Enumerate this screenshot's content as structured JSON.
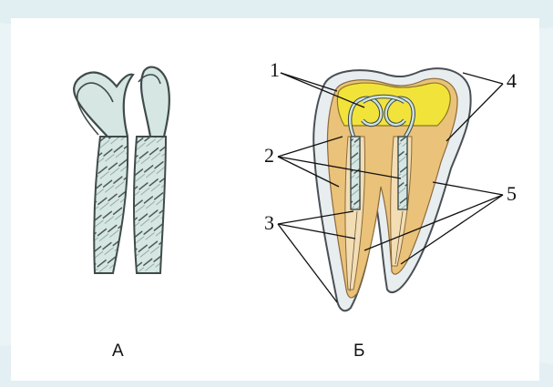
{
  "figure": {
    "label_a": "А",
    "label_b": "Б",
    "callouts": {
      "n1": "1",
      "n2": "2",
      "n3": "3",
      "n4": "4",
      "n5": "5"
    }
  },
  "colors": {
    "background": "#eaf4f6",
    "panel": "#ffffff",
    "wire": "#d6e6e3",
    "wire_outline": "#3f4b4a",
    "enamel": "#e8edf0",
    "pulp_yellow": "#f2e33a",
    "dentin_orange": "#eac27a",
    "root_canal": "#f3ddb4"
  }
}
